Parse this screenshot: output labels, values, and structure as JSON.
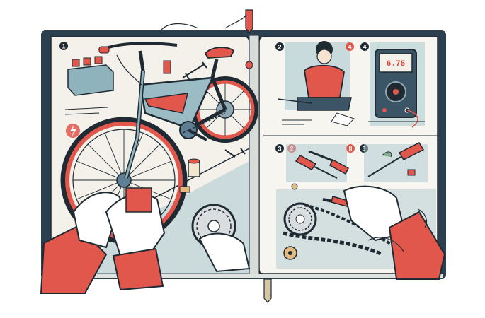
{
  "illustration": {
    "step_markers": {
      "left_page_first": "1",
      "right_top_first": "2",
      "right_top_second": "4",
      "right_top_third": "4",
      "right_mid_first": "3",
      "right_mid_second": "2",
      "right_mid_third": "II",
      "right_mid_fourth": "3"
    },
    "multimeter_readout": "6.75",
    "colors": {
      "outline": "#1f2a33",
      "accent_red": "#e2574c",
      "teal": "#9fc4cc",
      "page": "#f4f1ea",
      "shadow_blue": "#5f7f95"
    }
  }
}
